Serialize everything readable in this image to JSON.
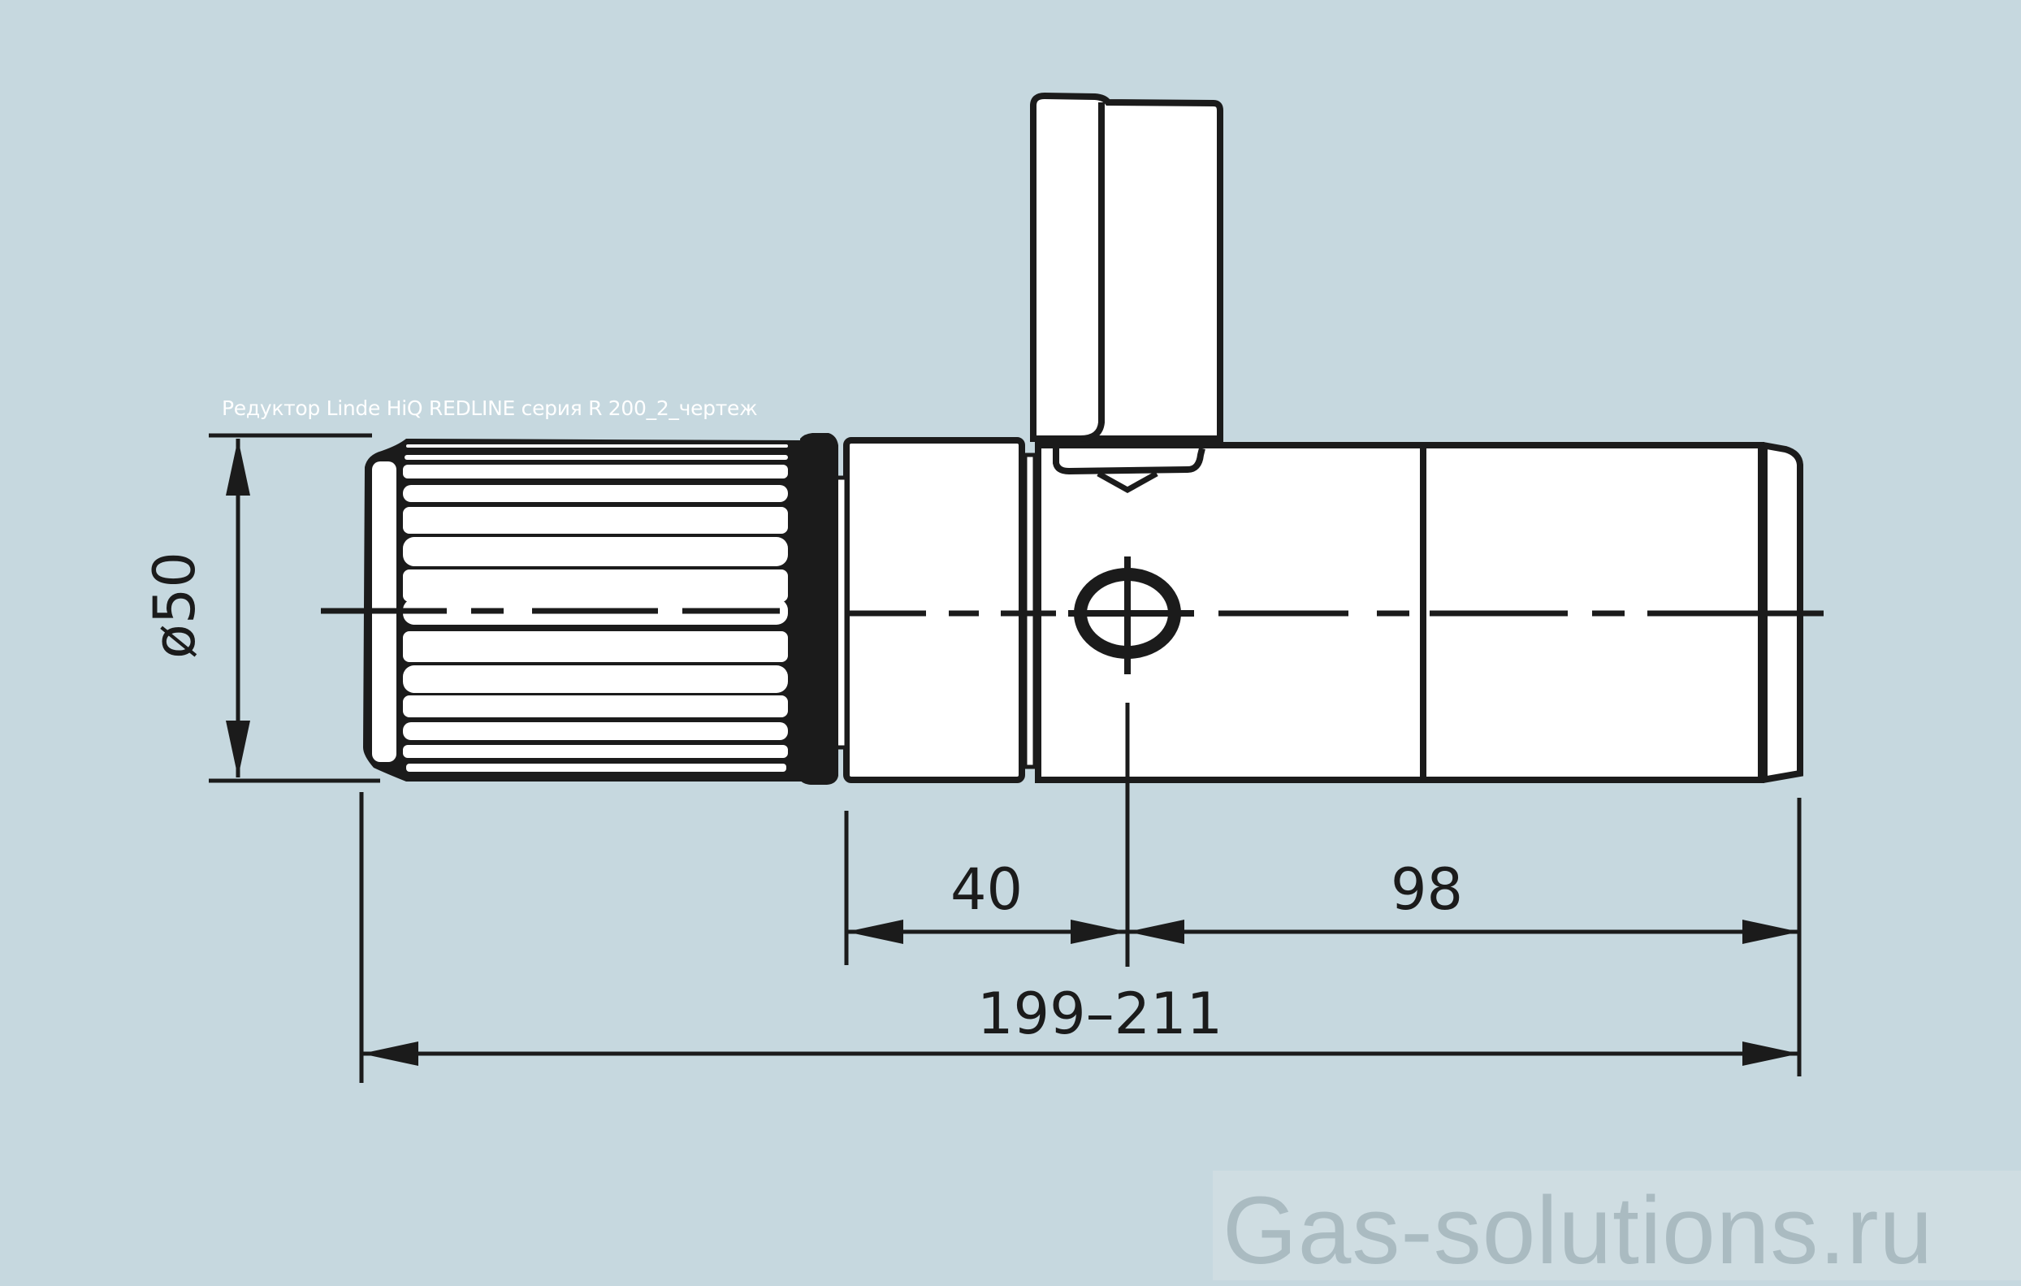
{
  "caption": "Редуктор Linde HiQ REDLINE серия R 200_2_чертеж",
  "dimensions": {
    "diameter_label": "ø50",
    "segment_left_label": "40",
    "segment_right_label": "98",
    "overall_length_label": "199–211"
  },
  "watermark": "Gas-solutions.ru",
  "colors": {
    "background": "#c6d8df",
    "line": "#1b1b1b",
    "part_fill": "#ffffff",
    "caption_text": "#ffffff",
    "watermark_text": "#aabbc1"
  }
}
